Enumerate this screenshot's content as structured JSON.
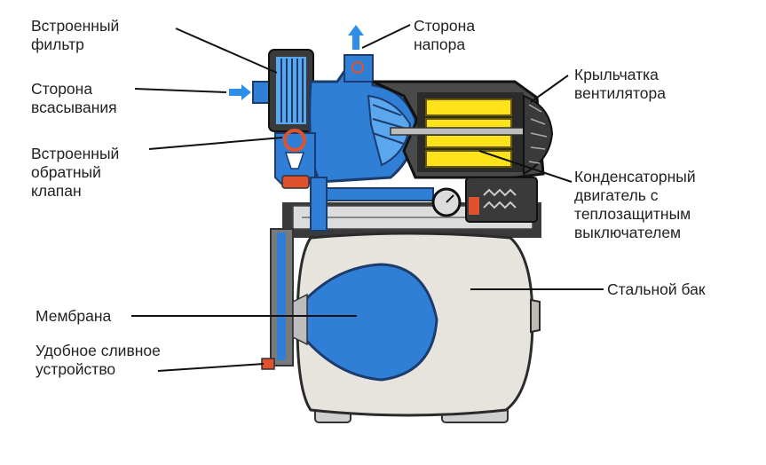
{
  "labels": {
    "builtin_filter": "Встроенный\nфильтр",
    "suction_side": "Сторона\nвсасывания",
    "check_valve": "Встроенный\nобратный\nклапан",
    "pressure_side": "Сторона\nнапора",
    "fan_impeller": "Крыльчатка\nвентилятора",
    "capacitor_motor": "Конденсаторный\nдвигатель с\nтеплозащитным\nвыключателем",
    "steel_tank": "Стальной бак",
    "membrane": "Мембрана",
    "drain_device": "Удобное сливное\nустройство"
  },
  "colors": {
    "water_blue": "#2f7fd6",
    "water_light": "#5aa7ee",
    "motor_yellow": "#ffe31a",
    "tank_grey": "#e7e4de",
    "housing_dark": "#2b2b2b",
    "valve_red": "#e0522e"
  }
}
